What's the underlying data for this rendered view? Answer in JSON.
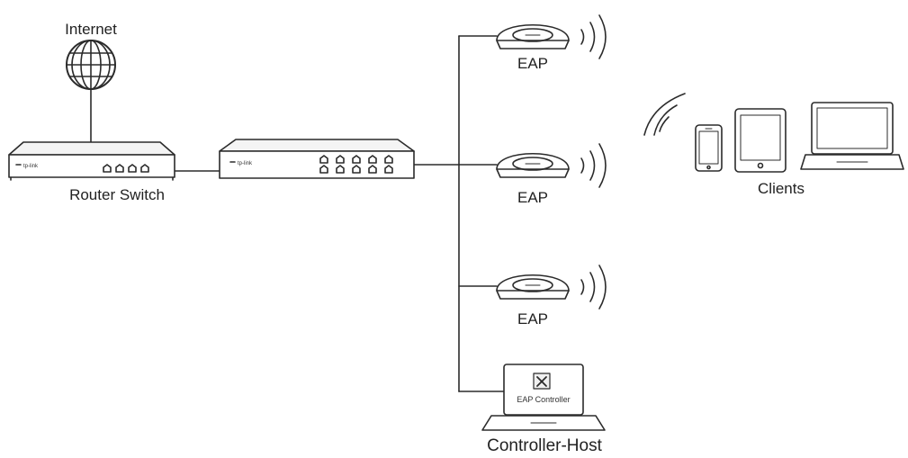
{
  "labels": {
    "internet": "Internet",
    "router": "Router Switch",
    "eap_1": "EAP",
    "eap_2": "EAP",
    "eap_3": "EAP",
    "clients": "Clients",
    "controller_host": "Controller-Host",
    "controller_app": "EAP Controller",
    "brand_router": "tp-link",
    "brand_switch": "tp-link"
  },
  "colors": {
    "line": "#2b2b2b",
    "device_fill": "#ffffff",
    "device_shade": "#e9e9e9"
  },
  "icons": {
    "internet": "globe-icon",
    "router": "router-icon",
    "switch": "switch-icon",
    "eap": "access-point-icon",
    "wifi": "wifi-signal-icon",
    "phone": "smartphone-icon",
    "tablet": "tablet-icon",
    "laptop": "laptop-icon",
    "controller": "laptop-icon"
  }
}
